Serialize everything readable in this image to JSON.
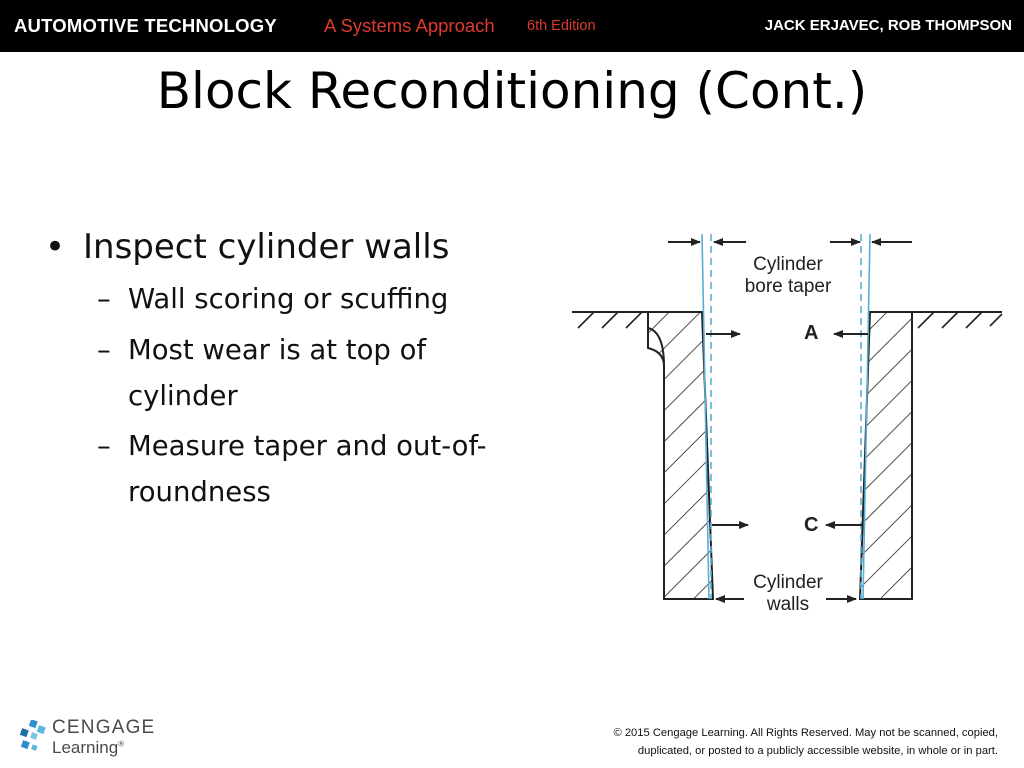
{
  "header": {
    "series": "AUTOMOTIVE TECHNOLOGY",
    "subtitle": "A Systems Approach",
    "edition": "6th Edition",
    "authors": "JACK ERJAVEC, ROB THOMPSON",
    "accent_color": "#e03a2f",
    "bar_color": "#000000"
  },
  "slide": {
    "title": "Block Reconditioning (Cont.)",
    "bullet": "Inspect cylinder walls",
    "subbullets": [
      "Wall scoring or scuffing",
      "Most wear is at top of cylinder",
      "Measure taper and out-of-roundness"
    ]
  },
  "figure": {
    "label_taper_line1": "Cylinder",
    "label_taper_line2": "bore taper",
    "label_a": "A",
    "label_c": "C",
    "label_walls_line1": "Cylinder",
    "label_walls_line2": "walls",
    "dashed_line_color": "#5aaed6"
  },
  "footer": {
    "logo_word1": "CENGAGE",
    "logo_word2": "Learning",
    "logo_mark": "®",
    "copyright_line1": "© 2015 Cengage Learning. All Rights Reserved. May not be scanned, copied,",
    "copyright_line2": "duplicated, or posted to a publicly accessible website, in whole or in part."
  }
}
